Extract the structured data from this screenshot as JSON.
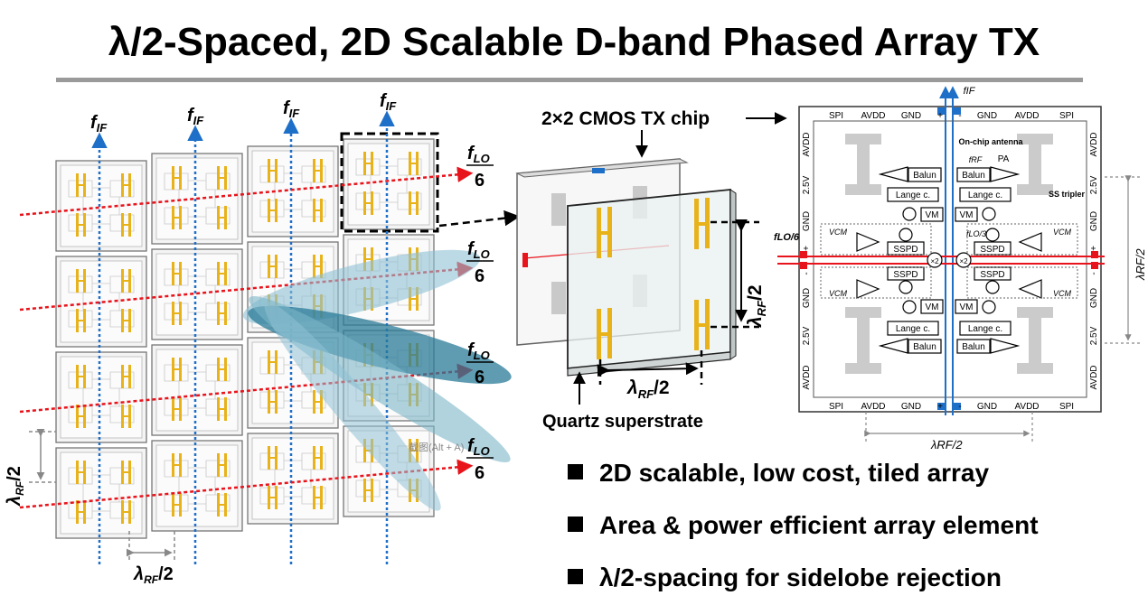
{
  "title": "λ/2-Spaced, 2D Scalable D-band Phased Array TX",
  "left_labels": {
    "f_if": "f",
    "f_if_sub": "IF",
    "f_lo": "f",
    "f_lo_sub": "LO",
    "six": "6",
    "lambda_rf": "λ",
    "lambda_sub": "RF",
    "half": "/2"
  },
  "watermark": "截图(Alt + A)",
  "middle": {
    "chip_label": "2×2 CMOS TX chip",
    "superstrate_label": "Quartz superstrate"
  },
  "right_chip": {
    "top_pads": [
      "SPI",
      "AVDD",
      "GND",
      "+",
      "-",
      "GND",
      "AVDD",
      "SPI"
    ],
    "bottom_pads": [
      "SPI",
      "AVDD",
      "GND",
      "+",
      "-",
      "GND",
      "AVDD",
      "SPI"
    ],
    "left_pads": [
      "AVDD",
      "2.5V",
      "GND",
      "+",
      "-",
      "GND",
      "2.5V",
      "AVDD"
    ],
    "right_pads": [
      "AVDD",
      "2.5V",
      "GND",
      "+",
      "-",
      "GND",
      "2.5V",
      "AVDD"
    ],
    "on_chip_antenna": "On-chip antenna",
    "pa": "PA",
    "frf": "fRF",
    "balun": "Balun",
    "lange": "Lange c.",
    "vm": "VM",
    "sspd": "SSPD",
    "vcm": "VCM",
    "x2": "×2",
    "ss_tripler": "SS tripler",
    "fif": "fIF",
    "flo_3": "fLO/3",
    "flo_6": "fLO/6",
    "lambda": "λRF/2"
  },
  "bullets": [
    "2D scalable, low cost, tiled array",
    "Area & power efficient array element",
    "λ/2-spacing for sidelobe rejection"
  ]
}
